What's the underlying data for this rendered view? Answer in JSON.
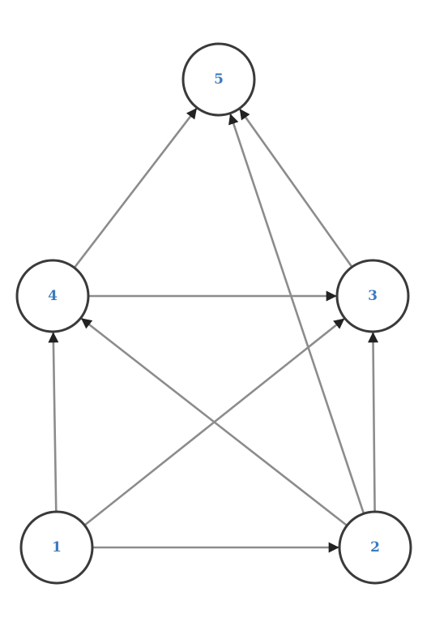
{
  "graph": {
    "directed": true,
    "colors": {
      "node_stroke": "#3a3a3a",
      "node_label": "#3a7bbf",
      "edge": "#8c8c8c",
      "arrowhead": "#222222"
    },
    "nodes": [
      {
        "id": "1",
        "label": "1"
      },
      {
        "id": "2",
        "label": "2"
      },
      {
        "id": "3",
        "label": "3"
      },
      {
        "id": "4",
        "label": "4"
      },
      {
        "id": "5",
        "label": "5"
      }
    ],
    "edges": [
      {
        "from": "1",
        "to": "2"
      },
      {
        "from": "1",
        "to": "4"
      },
      {
        "from": "1",
        "to": "3"
      },
      {
        "from": "2",
        "to": "3"
      },
      {
        "from": "2",
        "to": "4"
      },
      {
        "from": "2",
        "to": "5"
      },
      {
        "from": "4",
        "to": "3"
      },
      {
        "from": "4",
        "to": "5"
      },
      {
        "from": "3",
        "to": "5"
      }
    ]
  }
}
